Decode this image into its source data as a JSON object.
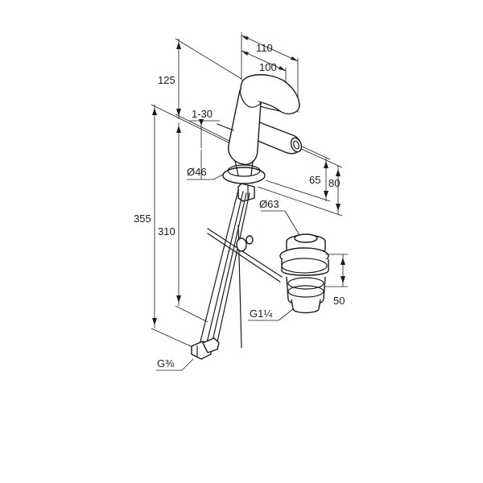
{
  "drawing": {
    "dimensions": {
      "width_110": "110",
      "width_100": "100",
      "height_125": "125",
      "tilt_1_30": "1-30",
      "hole_dia_46": "Ø46",
      "height_65": "65",
      "height_80": "80",
      "total_355": "355",
      "hose_310": "310",
      "waste_dia_63": "Ø63",
      "waste_50": "50",
      "thread_g1_1_4": "G1¼",
      "thread_g3_8": "G⅜"
    }
  }
}
